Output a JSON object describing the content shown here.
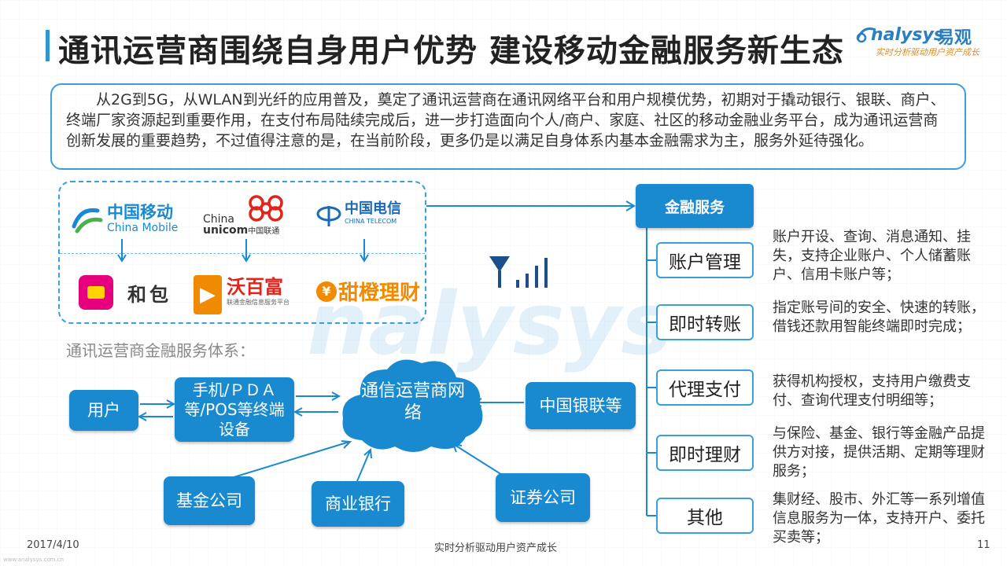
{
  "title": "通讯运营商围绕自身用户优势  建设移动金融服务新生态",
  "brand": {
    "en": "nalysys",
    "cn": "易观",
    "slogan": "实时分析驱动用户资产成长"
  },
  "intro": "从2G到5G，从WLAN到光纤的应用普及，奠定了通讯运营商在通讯网络平台和用户规模优势，初期对于撬动银行、银联、商户、终端厂家资源起到重要作用，在支付布局陆续完成后，进一步打造面向个人/商户、家庭、社区的移动金融业务平台，成为通讯运营商创新发展的重要趋势，不过值得注意的是，在当前阶段，更多仍是以满足自身体系内基本金融需求为主，服务外延待强化。",
  "carriers": {
    "mobile": {
      "cn": "中国移动",
      "en": "China Mobile"
    },
    "unicom": {
      "en_a": "China",
      "en_b": "unicom",
      "cn": "中国联通"
    },
    "telecom": {
      "cn": "中国电信",
      "en": "CHINA TELECOM"
    }
  },
  "products": {
    "hebao": "和包",
    "wobaifu": "沃百富",
    "wobaifu_sub": "联通金融信息服务平台",
    "tiancheng": "甜橙理财"
  },
  "system_label": "通讯运营商金融服务体系：",
  "flow": {
    "user": "用户",
    "device": "手机/ＰＤＡ等/POS等终端设备",
    "network": "通信运营商网络",
    "unionpay": "中国银联等",
    "fund": "基金公司",
    "bank": "商业银行",
    "securities": "证券公司"
  },
  "financial_services": {
    "header": "金融服务",
    "items": [
      {
        "name": "账户管理",
        "desc": "账户开设、查询、消息通知、挂失，支持企业账户、个人储蓄账户、信用卡账户等；"
      },
      {
        "name": "即时转账",
        "desc": "指定账号间的安全、快速的转账，借钱还款用智能终端即时完成；"
      },
      {
        "name": "代理支付",
        "desc": "获得机构授权，支持用户缴费支付、查询代理支付明细等；"
      },
      {
        "name": "即时理财",
        "desc": "与保险、基金、银行等金融产品提供方对接，提供活期、定期等理财服务；"
      },
      {
        "name": "其他",
        "desc": "集财经、股市、外汇等一系列增值信息服务为一体，支持开户、委托买卖等；"
      }
    ]
  },
  "footer": {
    "date": "2017/4/10",
    "center": "实时分析驱动用户资产成长",
    "page": "11",
    "url": "www.analysys.com.cn"
  },
  "colors": {
    "accent": "#1a8ad0",
    "border": "#3aa0dc",
    "unicom_red": "#e2231a",
    "orange": "#f08a00"
  }
}
